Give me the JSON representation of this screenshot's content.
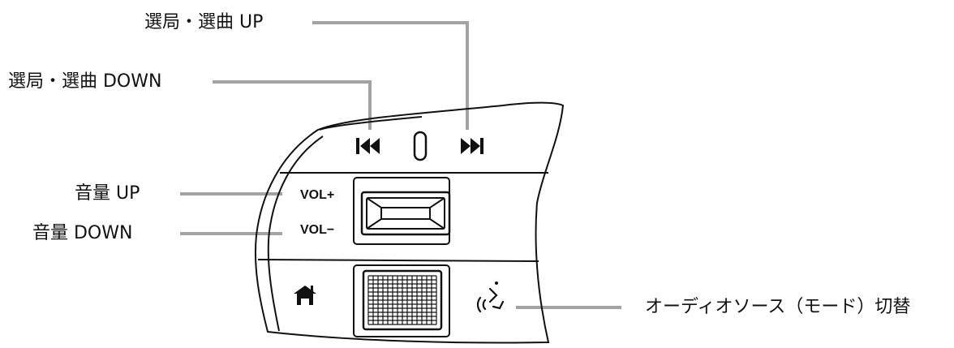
{
  "labels": {
    "seek_up": "選局・選曲 UP",
    "seek_down": "選局・選曲 DOWN",
    "volume_up": "音量 UP",
    "volume_down": "音量 DOWN",
    "audio_source": "オーディオソース（モード）切替"
  },
  "panel": {
    "vol_plus": "VOL+",
    "vol_minus": "VOL−"
  },
  "icons": {
    "prev": "skip-previous-icon",
    "next": "skip-next-icon",
    "pill": "pill-button-icon",
    "home": "home-icon",
    "voice": "voice-recognition-icon"
  },
  "colors": {
    "leader_line": "#a3a3a3",
    "outline": "#111111"
  }
}
